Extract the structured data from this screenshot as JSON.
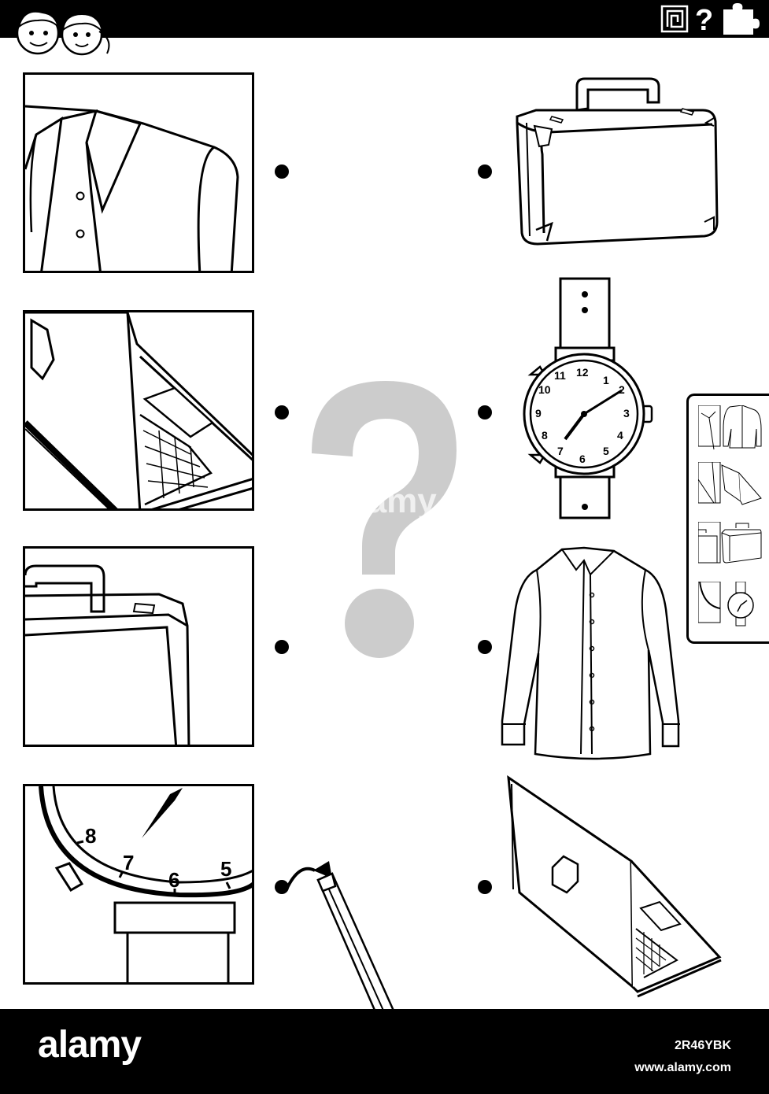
{
  "header": {
    "logo_icon": "kids-faces-icon",
    "icons": [
      "maze-icon",
      "question-mark-icon",
      "puzzle-piece-icon"
    ],
    "question_glyph": "?"
  },
  "left_panels": [
    {
      "name": "shirt-fragment",
      "icon": "shirt-detail-icon"
    },
    {
      "name": "laptop-fragment",
      "icon": "laptop-detail-icon"
    },
    {
      "name": "briefcase-fragment",
      "icon": "briefcase-detail-icon"
    },
    {
      "name": "watch-fragment",
      "icon": "watch-detail-icon",
      "numbers": [
        "8",
        "7",
        "6",
        "5"
      ]
    }
  ],
  "right_items": [
    {
      "name": "briefcase",
      "icon": "briefcase-icon"
    },
    {
      "name": "wristwatch",
      "icon": "wristwatch-icon",
      "numbers": [
        "12",
        "1",
        "2",
        "3",
        "4",
        "5",
        "6",
        "7",
        "8",
        "9",
        "10",
        "11"
      ]
    },
    {
      "name": "shirt",
      "icon": "shirt-icon"
    },
    {
      "name": "laptop",
      "icon": "laptop-icon"
    }
  ],
  "center": {
    "question_icon": "big-question-mark-icon"
  },
  "pencil_icon": "pencil-icon",
  "answer_card": {
    "thumbs": [
      "shirt-thumb-icon",
      "laptop-thumb-icon",
      "briefcase-thumb-icon",
      "watch-thumb-icon"
    ]
  },
  "watermark": {
    "text": "alamy"
  },
  "footer": {
    "brand": "alamy",
    "image_id": "2R46YBK",
    "site": "www.alamy.com"
  },
  "colors": {
    "ink": "#000000",
    "paper": "#ffffff",
    "question_gray": "#cccccc"
  }
}
